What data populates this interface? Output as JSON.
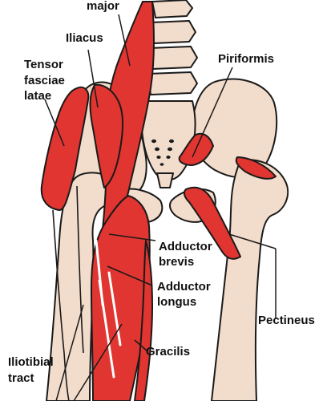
{
  "labels": {
    "major": "major",
    "iliacus": "Iliacus",
    "tensor_line1": "Tensor",
    "tensor_line2": "fasciae",
    "tensor_line3": "latae",
    "piriformis": "Piriformis",
    "adductor_brevis_line1": "Adductor",
    "adductor_brevis_line2": "brevis",
    "adductor_longus_line1": "Adductor",
    "adductor_longus_line2": "longus",
    "pectineus": "Pectineus",
    "gracilis": "Gracilis",
    "iliotibial_line1": "Iliotibial",
    "iliotibial_line2": "tract"
  },
  "colors": {
    "muscle": "#e03530",
    "bone": "#f2dccb",
    "outline": "#1a1a1a",
    "text": "#111111"
  }
}
